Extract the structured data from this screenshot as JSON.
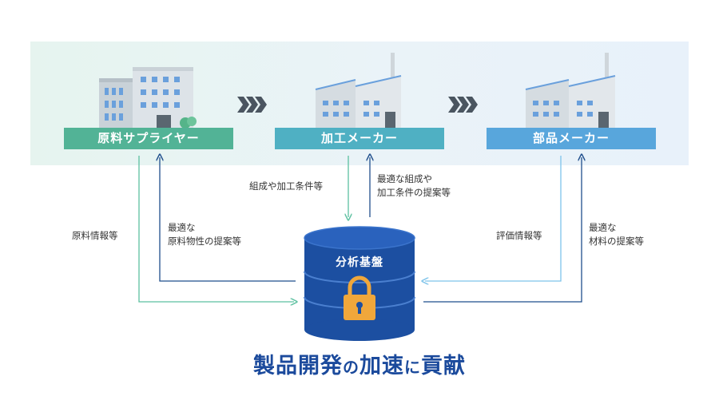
{
  "nodes": {
    "supplier": "原料サプライヤー",
    "processor": "加工メーカー",
    "parts_maker": "部品メーカー"
  },
  "flows": {
    "supplier_up": "原料情報等",
    "supplier_down_line1": "最適な",
    "supplier_down_line2": "原料物性の提案等",
    "processor_down": "組成や加工条件等",
    "processor_up_line1": "最適な組成や",
    "processor_up_line2": "加工条件の提案等",
    "parts_up": "評価情報等",
    "parts_down_line1": "最適な",
    "parts_down_line2": "材料の提案等"
  },
  "database": {
    "label": "分析基盤"
  },
  "footer": {
    "part1": "製品開発",
    "part2": "の",
    "part3": "加速",
    "part4": "に",
    "part5": "貢献"
  },
  "colors": {
    "supplier": "#52b396",
    "processor": "#4fb0c3",
    "parts_maker": "#58a6dc",
    "arrow_green": "#5cc0a0",
    "arrow_navy": "#1f4e8c",
    "arrow_light": "#7ec3ea",
    "database": "#1c4fa1",
    "lock": "#f0a73b",
    "title": "#1b4a9c"
  }
}
